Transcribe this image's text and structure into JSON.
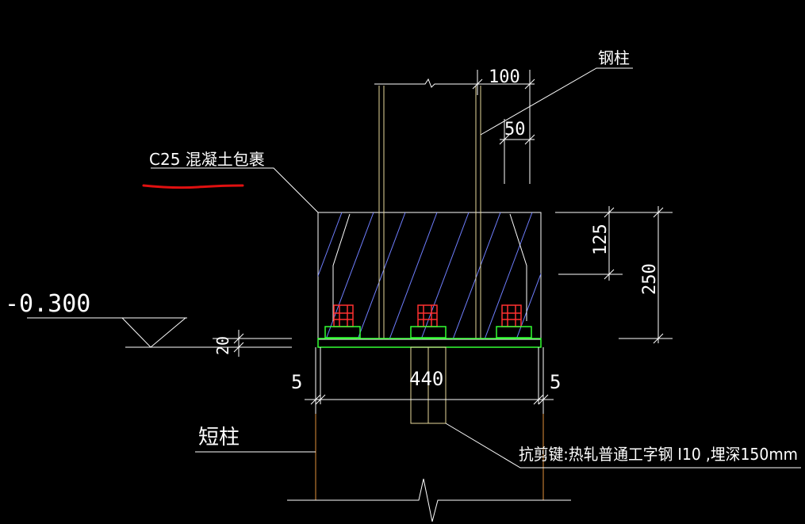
{
  "labels": {
    "steel_column": "钢柱",
    "concrete_encasement": "C25 混凝土包裹",
    "elevation": "-0.300",
    "short_column": "短柱",
    "shear_key": "抗剪键:热轧普通工字钢 I10 ,埋深150mm"
  },
  "dimensions": {
    "d100": "100",
    "d50": "50",
    "d125": "125",
    "d250": "250",
    "d20": "20",
    "d5_left": "5",
    "d5_right": "5",
    "d440": "440"
  },
  "colors": {
    "background": "#000000",
    "line_white": "#ffffff",
    "hatch": "#6f7fff",
    "column_line": "#e6d99a",
    "anchor_red": "#ff3030",
    "baseplate_green": "#33ff33",
    "short_column_line": "#e0903a",
    "underline_red": "#e01010"
  }
}
